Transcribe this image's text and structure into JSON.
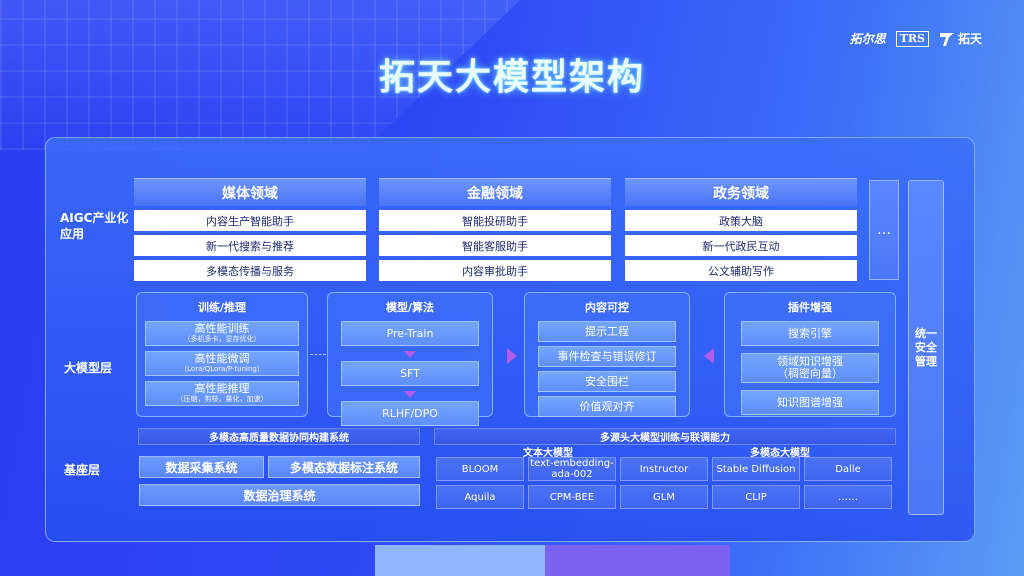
{
  "logos": {
    "brand_cn": "拓尔思",
    "brand_trs": "TRS",
    "brand_tuotian": "拓天"
  },
  "title": "拓天大模型架构",
  "rows": {
    "aigc": "AIGC产业化应用",
    "model": "大模型层",
    "base": "基座层"
  },
  "domains": [
    {
      "name": "媒体领域",
      "items": [
        "内容生产智能助手",
        "新一代搜索与推荐",
        "多模态传播与服务"
      ]
    },
    {
      "name": "金融领域",
      "items": [
        "智能投研助手",
        "智能客服助手",
        "内容审批助手"
      ]
    },
    {
      "name": "政务领域",
      "items": [
        "政策大脑",
        "新一代政民互动",
        "公文辅助写作"
      ]
    }
  ],
  "more": "…",
  "security": "统一安全管理",
  "groups": {
    "train": {
      "title": "训练/推理",
      "items": [
        {
          "label": "高性能训练",
          "sub": "（多机多卡，显存优化）"
        },
        {
          "label": "高性能微调",
          "sub": "（Lora/QLora/P-tuning）"
        },
        {
          "label": "高性能推理",
          "sub": "（压缩，剪枝，量化，加速）"
        }
      ]
    },
    "algo": {
      "title": "模型/算法",
      "items": [
        "Pre-Train",
        "SFT",
        "RLHF/DPO"
      ]
    },
    "control": {
      "title": "内容可控",
      "items": [
        "提示工程",
        "事件检查与错误修订",
        "安全围栏",
        "价值观对齐"
      ]
    },
    "plugin": {
      "title": "插件增强",
      "items": [
        {
          "label": "搜索引擎",
          "sub": ""
        },
        {
          "label": "领域知识增强",
          "sub": "（稠密向量）"
        },
        {
          "label": "知识图谱增强",
          "sub": ""
        }
      ]
    }
  },
  "base": {
    "data_system": "多模态高质量数据协同构建系统",
    "collect": "数据采集系统",
    "annotate": "多模态数据标注系统",
    "govern": "数据治理系统",
    "training_cap": "多源头大模型训练与联调能力",
    "text_models_label": "文本大模型",
    "multimodal_label": "多模态大模型",
    "models_row1": [
      "BLOOM",
      "text-embedding-ada-002",
      "Instructor",
      "Stable Diffusion",
      "Dalle"
    ],
    "models_row2": [
      "Aquila",
      "CPM-BEE",
      "GLM",
      "CLIP",
      "……"
    ]
  }
}
